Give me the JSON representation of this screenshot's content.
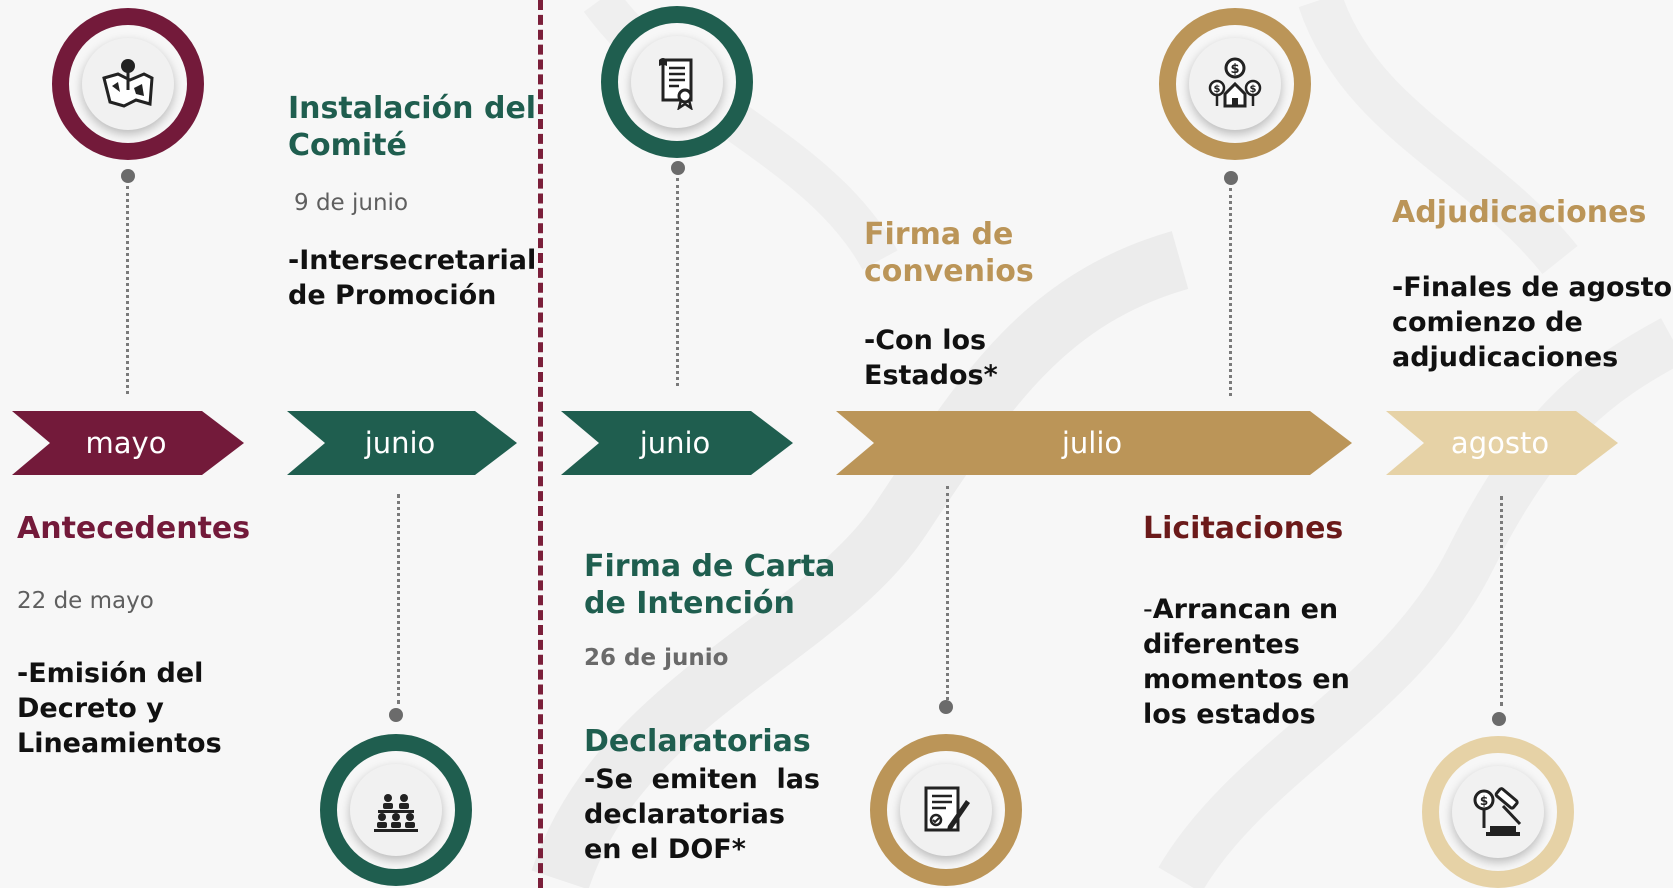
{
  "colors": {
    "maroon": "#731a3a",
    "green": "#1f5e4f",
    "gold": "#bb9558",
    "light_gold": "#e6d2a6",
    "text_dark": "#111111",
    "date_gray": "#5f5f5f",
    "licitaciones": "#6b1a1a"
  },
  "months": [
    {
      "label": "mayo",
      "color": "#731a3a"
    },
    {
      "label": "junio",
      "color": "#1f5e4f"
    },
    {
      "label": "junio",
      "color": "#1f5e4f"
    },
    {
      "label": "julio",
      "color": "#bb9558"
    },
    {
      "label": "agosto",
      "color": "#e6d2a6"
    }
  ],
  "events": {
    "antecedentes": {
      "title": "Antecedentes",
      "date": "22 de mayo",
      "body": [
        "-Emisión del",
        "Decreto y",
        "Lineamientos"
      ],
      "icon": "map-pin-icon"
    },
    "instalacion": {
      "title": [
        "Instalación del",
        "Comité"
      ],
      "date": "9 de junio",
      "body": [
        "-Intersecretarial",
        "de Promoción"
      ],
      "icon": "meeting-icon"
    },
    "carta": {
      "title": [
        "Firma de Carta",
        "de Intención"
      ],
      "date": "26 de junio",
      "subtitle": "Declaratorias",
      "body": [
        "-Se emiten las",
        "declaratorias",
        "en el DOF*"
      ],
      "icon": "scroll-certificate-icon"
    },
    "convenios": {
      "title": [
        "Firma de",
        "convenios"
      ],
      "body": [
        "-Con los",
        "Estados*"
      ],
      "icon": "signed-contract-icon"
    },
    "licitaciones": {
      "title": "Licitaciones",
      "body_prefix": "-",
      "body": [
        "Arrancan en",
        "diferentes",
        "momentos en",
        "los estados"
      ],
      "icon": "investment-house-icon"
    },
    "adjudicaciones": {
      "title": "Adjudicaciones",
      "body": [
        "-Finales de agosto,",
        "comienzo de",
        "adjudicaciones"
      ],
      "icon": "auction-gavel-icon"
    }
  }
}
